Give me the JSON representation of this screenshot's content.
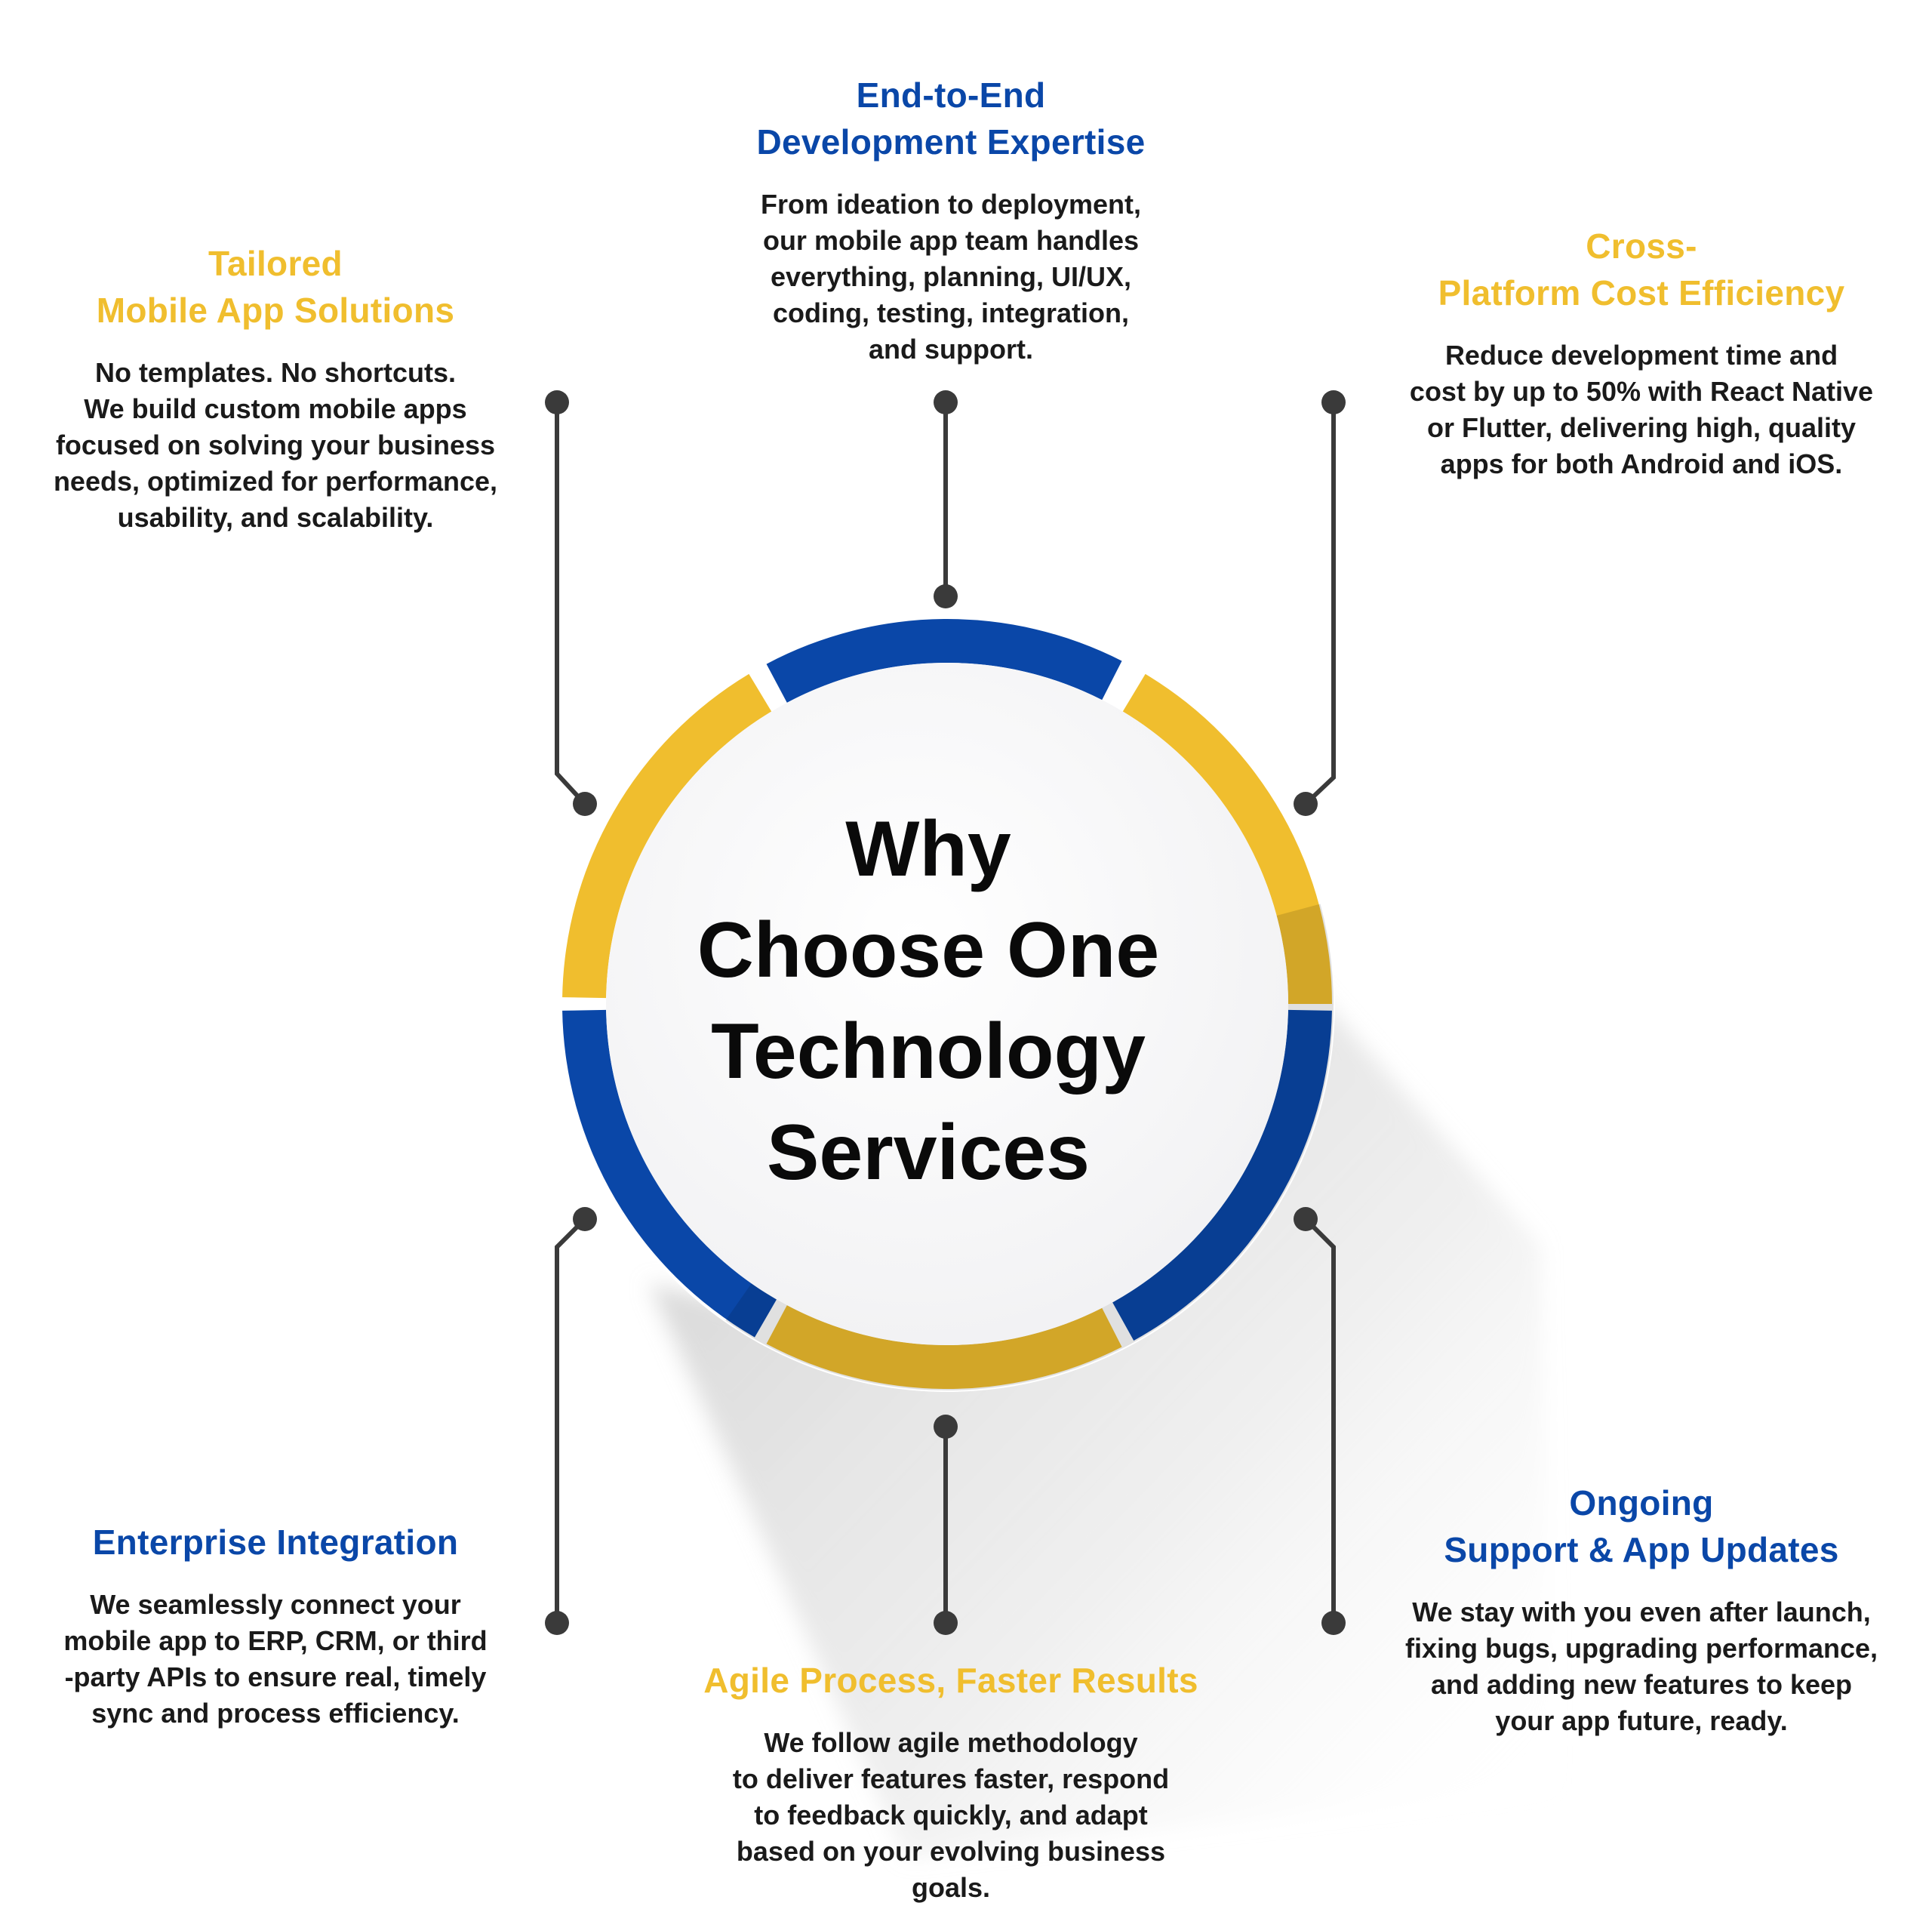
{
  "colors": {
    "blue": "#0A47A8",
    "yellow": "#F0BE2E",
    "connector": "#3a3a3a",
    "circle_fill": "#f7f7f8"
  },
  "center": {
    "title_lines": [
      "Why",
      "Choose One",
      "Technology",
      "Services"
    ]
  },
  "features": [
    {
      "id": "tailored",
      "color": "yellow",
      "title_lines": [
        "Tailored",
        "Mobile App Solutions"
      ],
      "body_lines": [
        "No templates. No shortcuts.",
        "We build custom mobile apps",
        "focused on solving your business",
        "needs, optimized for performance,",
        "usability, and scalability."
      ]
    },
    {
      "id": "end-to-end",
      "color": "blue",
      "title_lines": [
        "End-to-End",
        "Development Expertise"
      ],
      "body_lines": [
        "From ideation to deployment,",
        "our mobile app team handles",
        "everything, planning, UI/UX,",
        "coding, testing, integration,",
        "and support."
      ]
    },
    {
      "id": "cross-platform",
      "color": "yellow",
      "title_lines": [
        "Cross-",
        "Platform Cost Efficiency"
      ],
      "body_lines": [
        "Reduce development time and",
        "cost by up to 50% with React Native",
        "or Flutter, delivering high, quality",
        "apps for both Android and iOS."
      ]
    },
    {
      "id": "enterprise",
      "color": "blue",
      "title_lines": [
        "Enterprise Integration"
      ],
      "body_lines": [
        "We seamlessly connect your",
        "mobile app to ERP, CRM, or third",
        "-party APIs to ensure real, timely",
        "sync and process efficiency."
      ]
    },
    {
      "id": "agile",
      "color": "yellow",
      "title_lines": [
        "Agile Process, Faster Results"
      ],
      "body_lines": [
        "We follow agile methodology",
        "to deliver features faster, respond",
        "to feedback quickly, and adapt",
        "based on your evolving business",
        "goals."
      ]
    },
    {
      "id": "support",
      "color": "blue",
      "title_lines": [
        "Ongoing",
        "Support & App Updates"
      ],
      "body_lines": [
        "We stay with you even after launch,",
        "fixing bugs, upgrading performance,",
        "and adding new features to keep",
        "your app future, ready."
      ]
    }
  ]
}
